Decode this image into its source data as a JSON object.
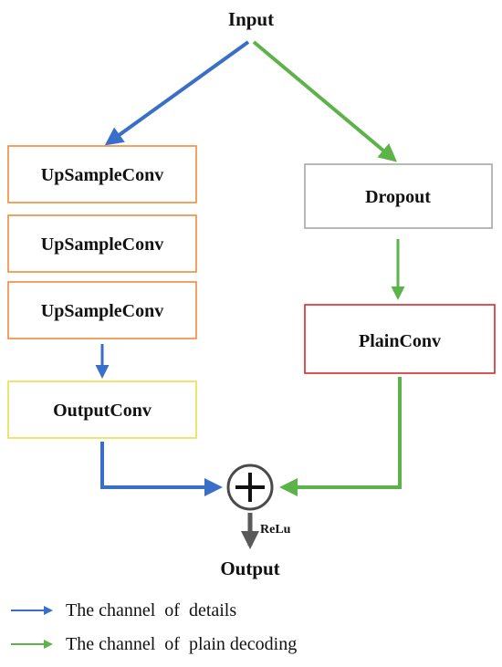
{
  "diagram": {
    "input_label": "Input",
    "output_label": "Output",
    "relu_label": "ReLu",
    "nodes": {
      "upsample_1": "UpSampleConv",
      "upsample_2": "UpSampleConv",
      "upsample_3": "UpSampleConv",
      "output_conv": "OutputConv",
      "dropout": "Dropout",
      "plain_conv": "PlainConv"
    },
    "add_icon": "circled-plus-icon"
  },
  "legend": {
    "details": "The channel  of  details",
    "plain": "The channel  of  plain decoding"
  },
  "colors": {
    "detail_channel": "#3a6fc9",
    "plain_channel": "#5cb34a",
    "upsample_border": "#f08a3c",
    "output_conv_border": "#e8e04a",
    "dropout_border": "#a6a6a6",
    "plain_conv_border": "#d42a2a",
    "relu_arrow": "#5a5a5a"
  }
}
